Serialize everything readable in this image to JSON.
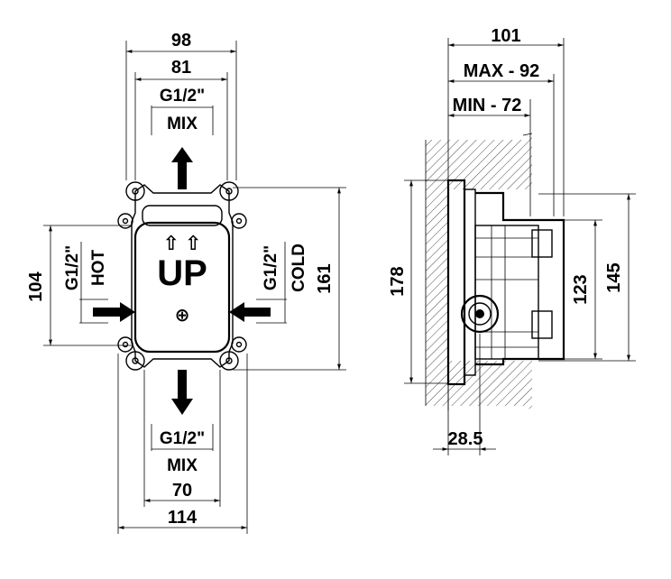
{
  "front_view": {
    "dims": {
      "width_98": "98",
      "width_81": "81",
      "height_104": "104",
      "height_161": "161",
      "width_70": "70",
      "width_114": "114"
    },
    "ports": {
      "top_thread": "G1/2\"",
      "top_label": "MIX",
      "bottom_thread": "G1/2\"",
      "bottom_label": "MIX",
      "left_thread": "G1/2\"",
      "left_label": "HOT",
      "right_thread": "G1/2\"",
      "right_label": "COLD"
    },
    "body_marking": {
      "arrows": "⇧ ⇧",
      "text": "UP",
      "center_symbol": "⊕"
    }
  },
  "side_view": {
    "dims": {
      "depth_101": "101",
      "max": "MAX - 92",
      "min": "MIN - 72",
      "height_178": "178",
      "height_123": "123",
      "height_145": "145",
      "offset_28_5": "28.5"
    }
  }
}
